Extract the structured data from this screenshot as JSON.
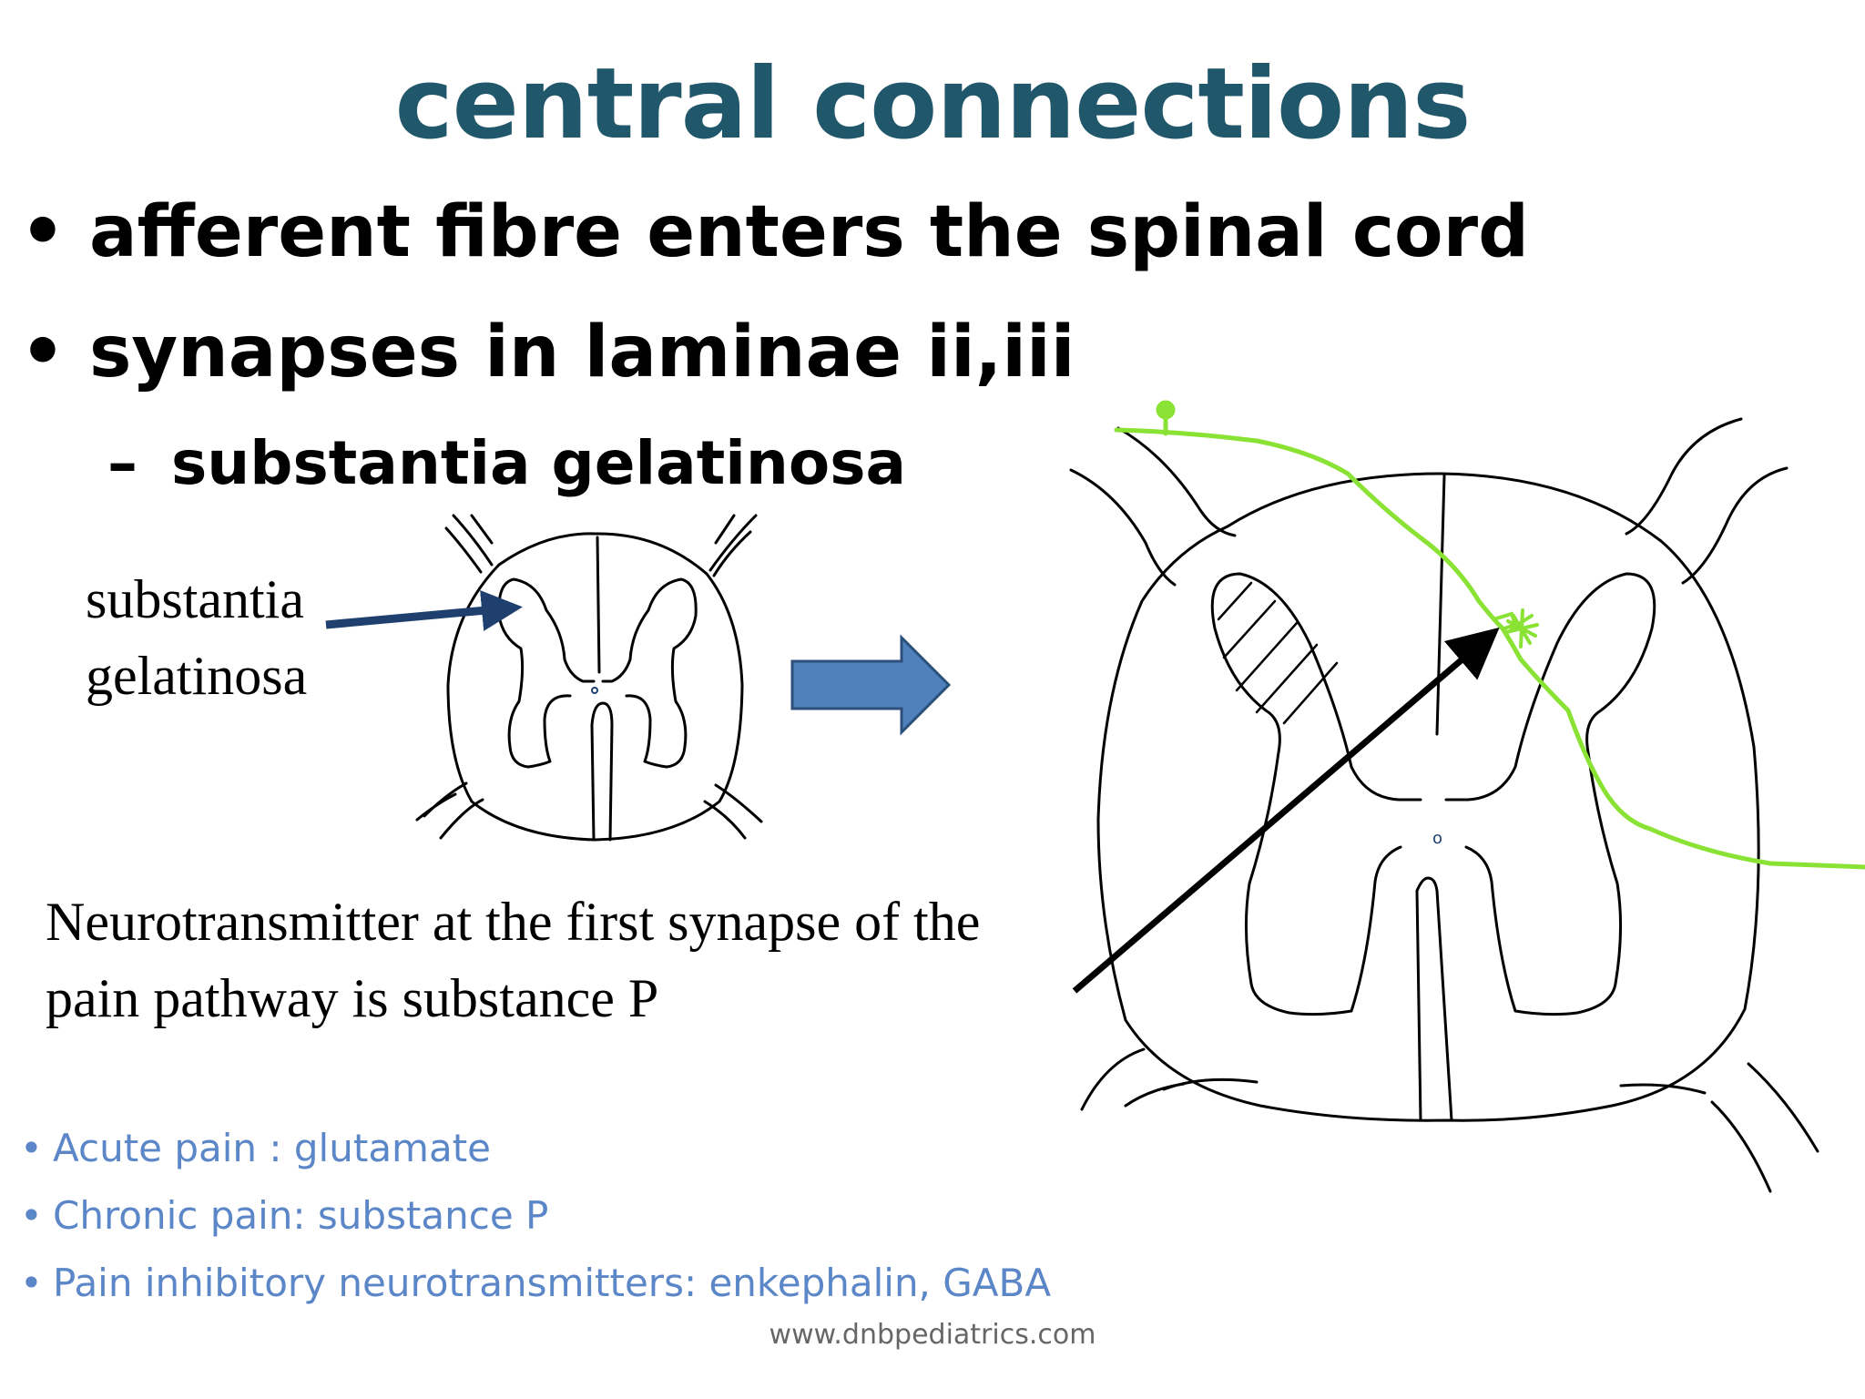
{
  "slide": {
    "title": "central connections",
    "bullets": [
      {
        "marker": "•",
        "text": "afferent fibre enters the spinal cord"
      },
      {
        "marker": "•",
        "text": "synapses in laminae ii,iii"
      }
    ],
    "sub_bullet": {
      "marker": "–",
      "text": "substantia gelatinosa"
    },
    "diagram_label": {
      "line1": "substantia",
      "line2": "gelatinosa"
    },
    "statement": {
      "line1": "Neurotransmitter at the first synapse of the",
      "line2": "pain pathway is substance P"
    },
    "neurotransmitters": [
      {
        "marker": "•",
        "text": "Acute pain : glutamate"
      },
      {
        "marker": "•",
        "text": "Chronic pain: substance P"
      },
      {
        "marker": "•",
        "text": "Pain inhibitory neurotransmitters: enkephalin, GABA"
      }
    ],
    "footer": "www.dnbpediatrics.com",
    "central_canal_label": "o"
  },
  "colors": {
    "title": "#21576a",
    "blue_text": "#5b87c8",
    "arrow_fill": "#4f81bd",
    "label_arrow": "#1f3f6e",
    "fiber": "#8ae234"
  }
}
